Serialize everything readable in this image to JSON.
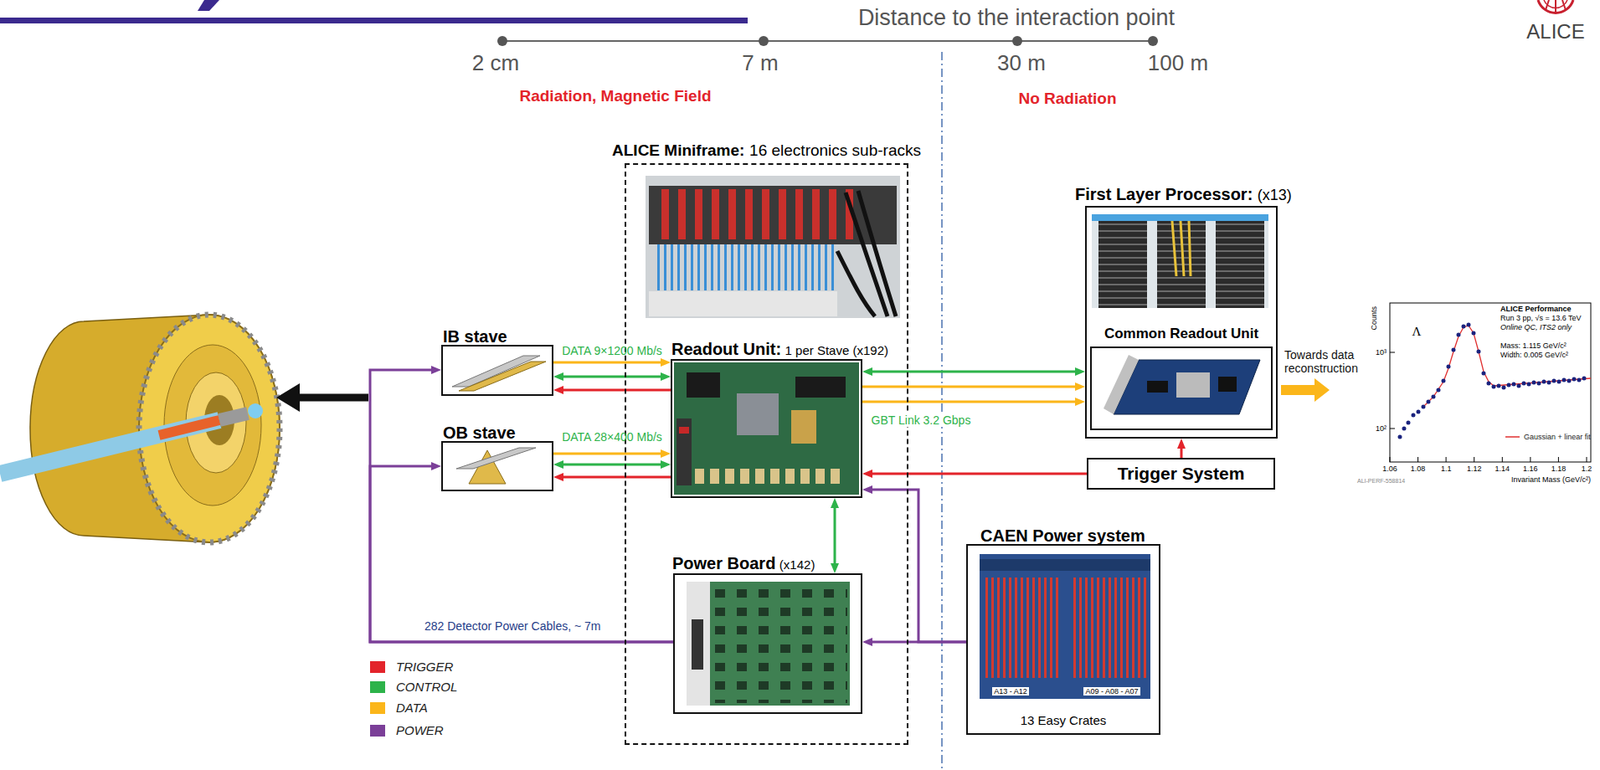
{
  "diagram": {
    "nodes": [
      {
        "text": [
          "IB stave"
        ]
      },
      {
        "text": [
          "OB stave"
        ]
      },
      {
        "text": [
          "ALICE Miniframe:",
          "16 electronics sub-racks"
        ]
      },
      {
        "text": [
          "Readout Unit:",
          "1 per Stave (x192)"
        ],
        "in": 2
      },
      {
        "text": [
          "Power Board",
          "(x142)"
        ],
        "in": 2
      },
      {
        "text": [
          "First Layer Processor:",
          "(x13)"
        ]
      },
      {
        "text": [
          "Common Readout Unit"
        ],
        "in": 5
      },
      {
        "text": [
          "Trigger System"
        ]
      },
      {
        "text": [
          "CAEN Power system",
          "13 Easy Crates"
        ]
      }
    ],
    "edges": [
      {
        "from": 0,
        "to": 3,
        "arrow": "to",
        "label": "DATA 9×1200 Mb/s"
      },
      {
        "from": 0,
        "to": 3,
        "arrow": "both"
      },
      {
        "from": 3,
        "to": 0,
        "arrow": "to"
      },
      {
        "from": 1,
        "to": 3,
        "arrow": "to",
        "label": "DATA 28×400 Mb/s"
      },
      {
        "from": 1,
        "to": 3,
        "arrow": "both"
      },
      {
        "from": 3,
        "to": 1,
        "arrow": "to"
      },
      {
        "from": 3,
        "to": 5,
        "arrow": "both"
      },
      {
        "from": 3,
        "to": 5,
        "arrow": "to"
      },
      {
        "from": 3,
        "to": 5,
        "arrow": "to",
        "label": "GBT Link 3.2 Gbps"
      },
      {
        "from": 7,
        "to": 3,
        "arrow": "to"
      },
      {
        "from": 7,
        "to": 5,
        "arrow": "to"
      },
      {
        "from": 3,
        "to": 4,
        "arrow": "both"
      },
      {
        "from": 8,
        "to": 4,
        "arrow": "to"
      },
      {
        "from": 8,
        "to": 3,
        "arrow": "to"
      },
      {
        "from": 4,
        "to": 0,
        "arrow": "to",
        "label": "282 Detector Power Cables, ~ 7m"
      },
      {
        "from": 4,
        "to": 1,
        "arrow": "to"
      }
    ],
    "labels": [
      "ALICE",
      "Distance to the interaction point",
      "2 cm",
      "7 m",
      "30 m",
      "100 m",
      "Radiation, Magnetic Field",
      "No Radiation",
      "Towards data reconstruction",
      "A13 - A12",
      "A09 - A08 - A07",
      "Counts",
      "Λ",
      "ALICE Performance",
      "Run 3 pp, √s = 13.6 TeV",
      "Online QC, ITS2 only",
      "Mass: 1.115 GeV/c²",
      "Width: 0.005 GeV/c²",
      "10³",
      "10²",
      "1.06",
      "1.08",
      "1.1",
      "1.12",
      "1.14",
      "1.16",
      "1.18",
      "1.2",
      "Invariant Mass (GeV/c²)",
      "ALI-PERF-558814"
    ],
    "legend": [
      {
        "text": "TRIGGER",
        "color": "#e3242b"
      },
      {
        "text": "CONTROL",
        "color": "#2db34a"
      },
      {
        "text": "DATA",
        "color": "#fbb61a"
      },
      {
        "text": "POWER",
        "color": "#7b3f98"
      },
      {
        "text": "Gaussian + linear fit"
      }
    ]
  }
}
